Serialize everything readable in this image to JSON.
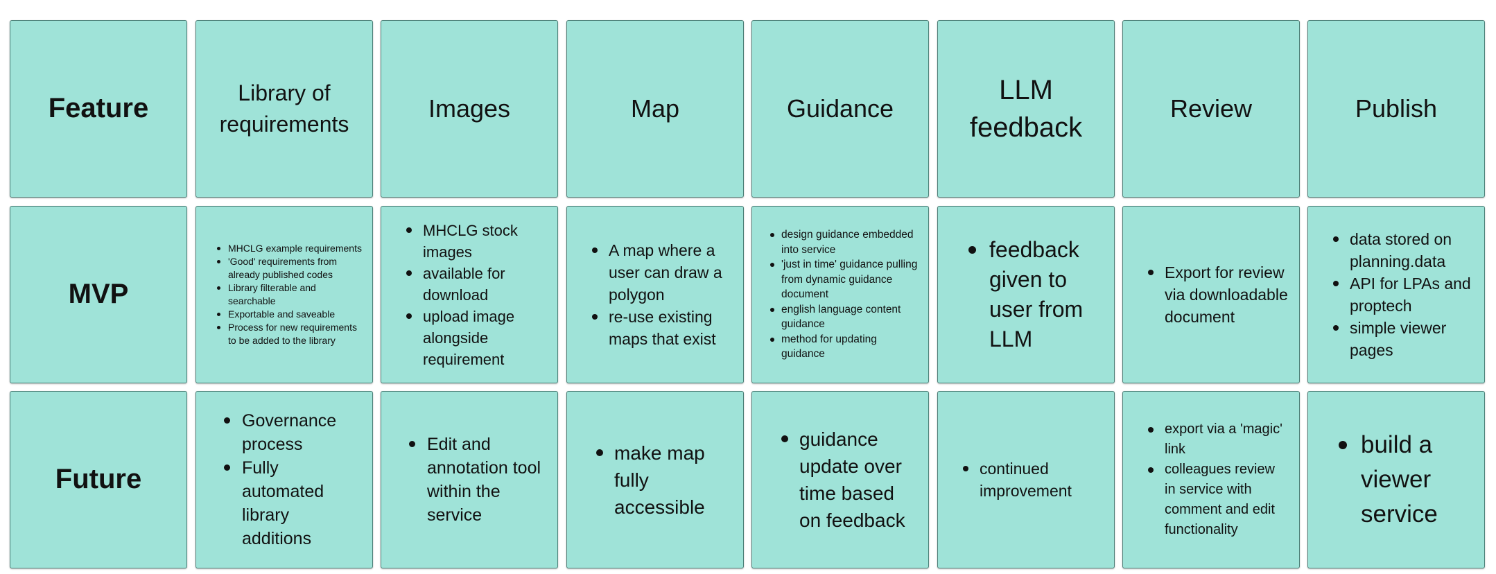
{
  "header_row": {
    "feature": "Feature",
    "library": "Library of requirements",
    "images": "Images",
    "map": "Map",
    "guidance": "Guidance",
    "llm": "LLM feedback",
    "review": "Review",
    "publish": "Publish"
  },
  "rows": {
    "mvp": "MVP",
    "future": "Future"
  },
  "mvp": {
    "library": [
      "MHCLG example requirements",
      "'Good' requirements from already published codes",
      "Library filterable and searchable",
      "Exportable and saveable",
      "Process for new requirements to be added to the library"
    ],
    "images": [
      "MHCLG stock images",
      "available for download",
      "upload image alongside requirement"
    ],
    "map": [
      "A map where a user can draw a polygon",
      "re-use existing maps that exist"
    ],
    "guidance": [
      "design guidance embedded into service",
      "'just in time' guidance pulling from dynamic guidance document",
      "english language content guidance",
      "method for updating guidance"
    ],
    "llm": [
      "feedback given to user from LLM"
    ],
    "review": [
      "Export for review via downloadable document"
    ],
    "publish": [
      "data stored on planning.data",
      "API for LPAs and proptech",
      "simple viewer pages"
    ]
  },
  "future": {
    "library": [
      "Governance process",
      "Fully automated library additions"
    ],
    "images": [
      "Edit and annotation tool within the service"
    ],
    "map": [
      "make map fully accessible"
    ],
    "guidance": [
      "guidance update over time based on feedback"
    ],
    "llm": [
      "continued improvement"
    ],
    "review": [
      "export via a 'magic' link",
      "colleagues review in service with comment and edit functionality"
    ],
    "publish": [
      "build a viewer service"
    ]
  },
  "colors": {
    "card_fill": "#9fe3d8",
    "card_border": "#4c7f77"
  }
}
